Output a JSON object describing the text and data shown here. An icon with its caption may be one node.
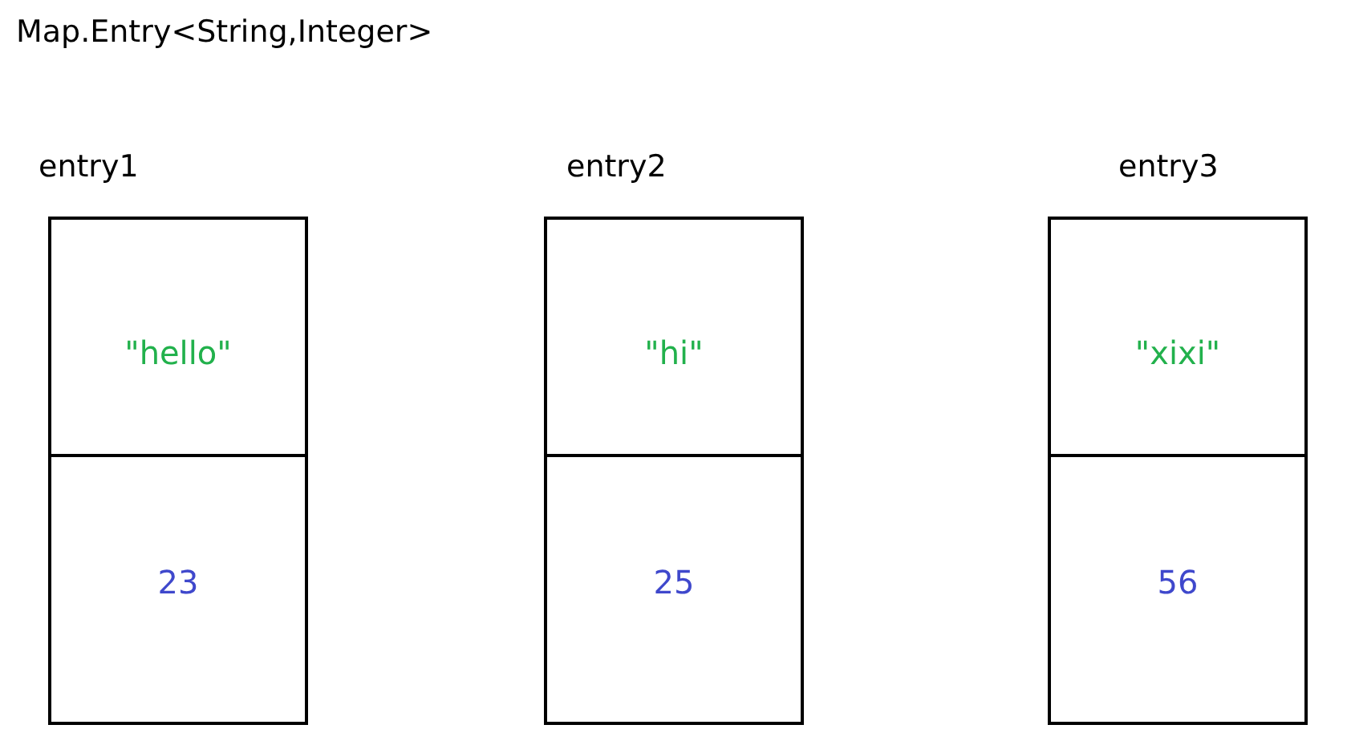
{
  "diagram": {
    "title": "Map.Entry<String,Integer>",
    "nodes": [
      {
        "text": [
          "entry1"
        ]
      },
      {
        "text": [
          "\"hello\""
        ],
        "in": 0
      },
      {
        "text": [
          "23"
        ],
        "in": 0
      },
      {
        "text": [
          "entry2"
        ]
      },
      {
        "text": [
          "\"hi\""
        ],
        "in": 3
      },
      {
        "text": [
          "25"
        ],
        "in": 3
      },
      {
        "text": [
          "entry3"
        ]
      },
      {
        "text": [
          "\"xixi\""
        ],
        "in": 6
      },
      {
        "text": [
          "56"
        ],
        "in": 6
      }
    ]
  }
}
